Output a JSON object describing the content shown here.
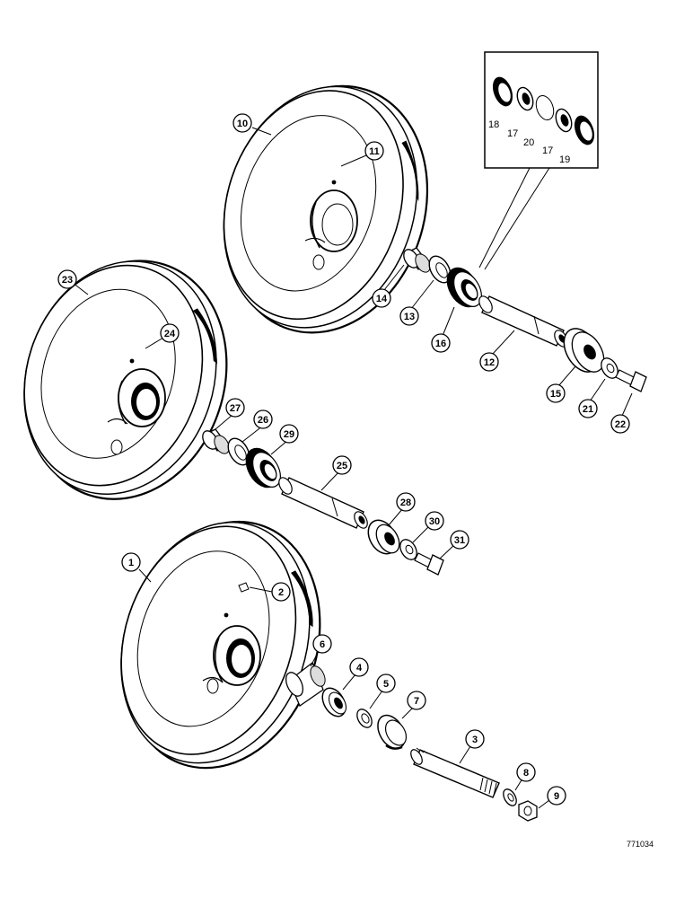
{
  "diagram": {
    "reference_code": "771034",
    "callouts": [
      "1",
      "2",
      "3",
      "4",
      "5",
      "6",
      "7",
      "8",
      "9",
      "10",
      "11",
      "12",
      "13",
      "14",
      "15",
      "16",
      "21",
      "22",
      "23",
      "24",
      "25",
      "26",
      "27",
      "28",
      "29",
      "30",
      "31"
    ],
    "inset": {
      "labels": [
        "18",
        "17",
        "20",
        "17",
        "19"
      ]
    }
  }
}
